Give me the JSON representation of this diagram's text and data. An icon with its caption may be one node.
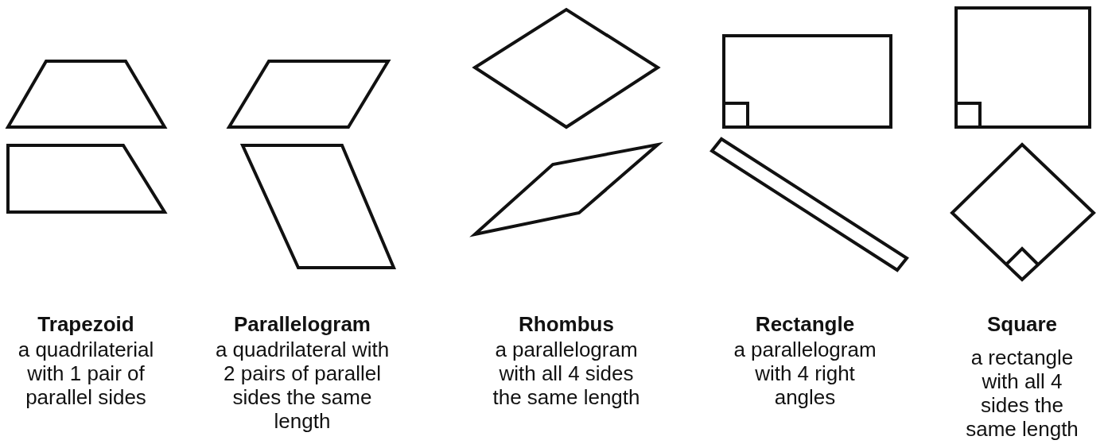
{
  "diagram": {
    "labels": [
      "Trapezoid",
      "Parallelogram",
      "Rhombus",
      "Rectangle",
      "Square",
      "a quadrilaterial with 1 pair of parallel sides",
      "a quadrilateral with 2 pairs of parallel sides the same length",
      "a parallelogram with all 4 sides the same length",
      "a parallelogram with 4 right angles",
      "a rectangle with all 4 sides the same length"
    ]
  }
}
